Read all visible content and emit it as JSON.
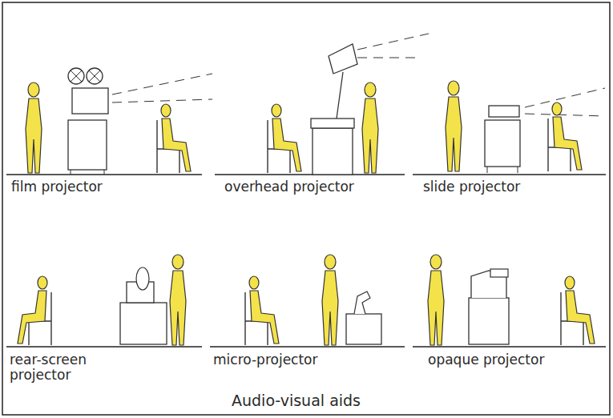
{
  "diagram": {
    "caption": "Audio-visual aids",
    "labels": [
      "film projector",
      "overhead projector",
      "slide projector",
      "rear-screen projector",
      "micro-projector",
      "opaque projector"
    ]
  }
}
